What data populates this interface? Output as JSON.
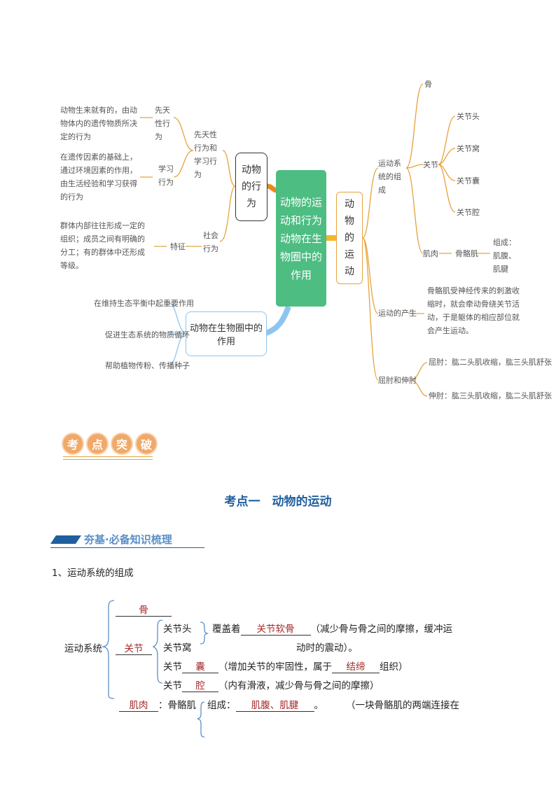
{
  "mindmap": {
    "center": "动物的运动和行为\n动物在生物圈中的作用",
    "behavior": {
      "title": "动物的行为",
      "innate_learned": "先天性行为和学习行为",
      "innate": "先天性行为",
      "innate_desc": "动物生来就有的，由动物体内的遗传物质所决定的行为",
      "learned": "学习行为",
      "learned_desc": "在遗传因素的基础上，通过环境因素的作用，由生活经验和学习获得的行为",
      "social": "社会行为",
      "feature": "特征",
      "social_desc": "群体内部往往形成一定的组织；成员之间有明确的分工；有的群体中还形成等级。"
    },
    "role": {
      "title": "动物在生物圈中的作用",
      "items": [
        "在维持生态平衡中起重要作用",
        "促进生态系统的物质循环",
        "帮助植物传粉、传播种子"
      ]
    },
    "movement": {
      "title": "动物的运动",
      "system": "运动系统的组成",
      "bone": "骨",
      "joint": "关节",
      "joint_parts": [
        "关节头",
        "关节窝",
        "关节囊",
        "关节腔"
      ],
      "muscle": "肌肉",
      "skeletal_muscle": "骨骼肌",
      "muscle_comp": "组成：肌腹、肌腱",
      "production": "运动的产生",
      "production_desc": "骨骼肌受神经传来的刺激收缩时，就会牵动骨绕关节活动，于是躯体的相应部位就会产生运动。",
      "flex_ext": "屈肘和伸肘",
      "flex": "屈肘：肱二头肌收缩，肱三头肌舒张",
      "ext": "伸肘：肱三头肌收缩，肱二头肌舒张"
    }
  },
  "badge_chars": [
    "考",
    "点",
    "突",
    "破"
  ],
  "section_title": "考点一　动物的运动",
  "subsection": "夯基·必备知识梳理",
  "item1": "1、运动系统的组成",
  "tree": {
    "root": "运动系统",
    "bone": "骨",
    "joint": "关节",
    "joint_head": "关节头",
    "joint_socket": "关节窝",
    "covered": "覆盖着",
    "cartilage": "关节软骨",
    "cartilage_note": "（减少骨与骨之间的摩擦，缓冲运",
    "cartilage_note2": "动时的震动）。",
    "capsule_pre": "关节",
    "capsule": "囊",
    "capsule_note_a": "（增加关节的牢固性，属于",
    "capsule_tissue": "结缔",
    "capsule_note_b": "组织）",
    "cavity_pre": "关节",
    "cavity": "腔",
    "cavity_note": "（内有滑液，减少骨与骨之间的摩擦）",
    "muscle": "肌肉",
    "muscle_colon": "：骨骼肌",
    "comp_label": "组成：",
    "comp_value": "肌腹、肌腱",
    "comp_end": "。",
    "muscle_note": "（一块骨骼肌的两端连接在"
  },
  "colors": {
    "center": "#4dbd82",
    "orange": "#e6a23c",
    "blue": "#8ec5f0",
    "title_blue": "#1f5f9e"
  }
}
